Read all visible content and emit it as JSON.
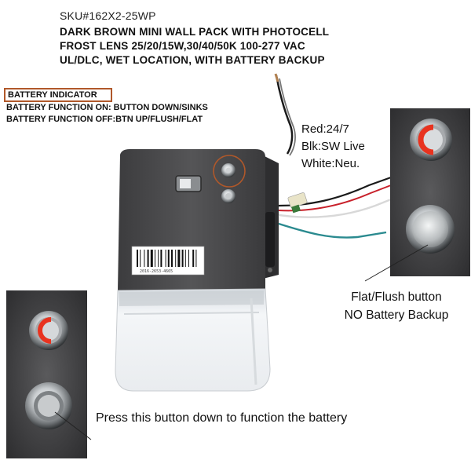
{
  "header": {
    "sku": "SKU#162X2-25WP",
    "line1": "DARK BROWN MINI WALL PACK WITH PHOTOCELL",
    "line2": "FROST LENS  25/20/15W,30/40/50K 100-277 VAC",
    "line3": "UL/DLC, WET LOCATION, WITH BATTERY BACKUP"
  },
  "battery": {
    "title": "BATTERY INDICATOR",
    "on": "BATTERY FUNCTION ON: BUTTON DOWN/SINKS",
    "off": "BATTERY FUNCTION OFF:BTN UP/FLUSH/FLAT"
  },
  "wires": {
    "red": "Red:24/7",
    "black": "Blk:SW Live",
    "white": "White:Neu."
  },
  "flat": {
    "line1": "Flat/Flush button",
    "line2": "NO Battery Backup"
  },
  "press": "Press this button down to function the battery",
  "barcode": {
    "digits": "2016-2653-4665"
  },
  "colors": {
    "annotation_box": "#b0582a",
    "indicator_red": "#e8331f",
    "fixture_body": "#4a4a4c",
    "wire_black": "#1a1a1a",
    "wire_white": "#f2f2f2",
    "wire_red": "#c8202a",
    "wire_teal": "#2a8a8f"
  },
  "icons": [
    "indicator-light-icon",
    "battery-button-icon"
  ]
}
